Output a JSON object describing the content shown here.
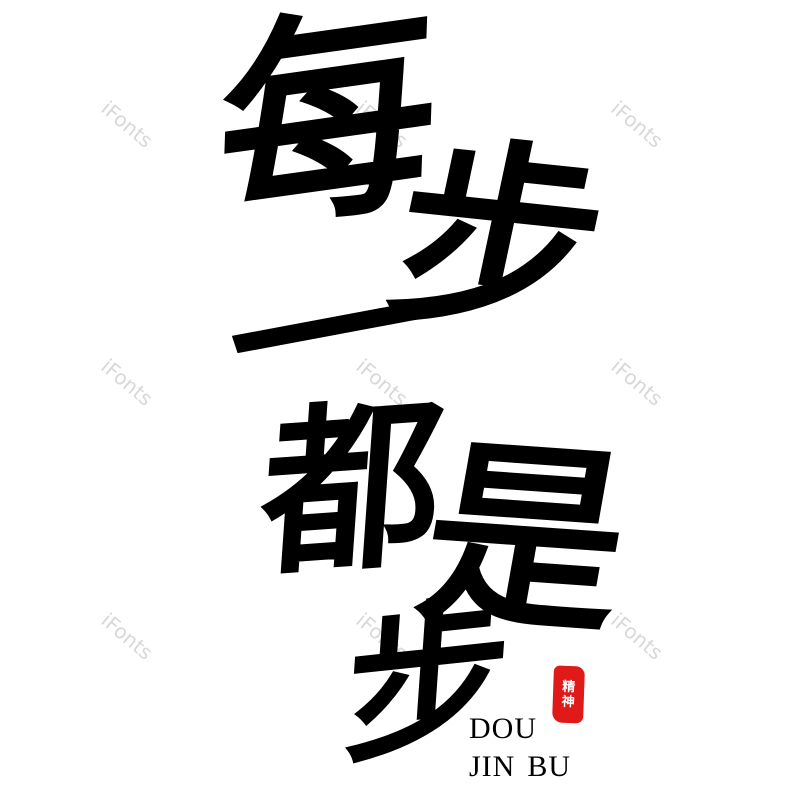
{
  "artwork": {
    "calligraphy_characters": [
      "每",
      "步",
      "一",
      "都",
      "是",
      "步"
    ],
    "watermark_text": "iFonts",
    "seal": {
      "characters": [
        "精",
        "神"
      ],
      "color": "#e01919"
    },
    "pinyin_lines": [
      {
        "words": [
          "DOU"
        ]
      },
      {
        "words": [
          "JIN",
          "BU"
        ]
      }
    ],
    "ink_color": "#000000",
    "background_color": "#ffffff"
  }
}
